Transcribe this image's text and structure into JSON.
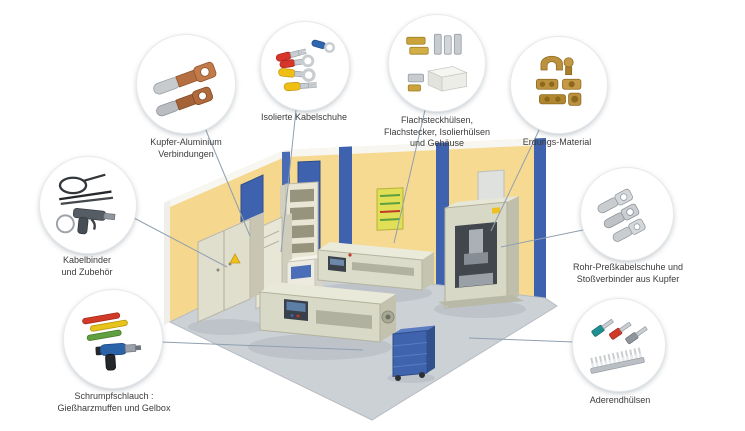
{
  "scene": {
    "name": "workshop-room",
    "colors": {
      "wall_yellow": "#f5d88d",
      "accent_blue": "#3f62ae",
      "floor_gray": "#ccd1d6",
      "machine_beige": "#d9d9c8",
      "connector_line": "#8fa0b0"
    }
  },
  "callouts": [
    {
      "label": "Kupfer-Aluminium\nVerbindungen",
      "icon": "copper-aluminium-lugs-icon"
    },
    {
      "label": "Isolierte Kabelschuhe",
      "icon": "insulated-cable-lugs-icon"
    },
    {
      "label": "Flachsteckhülsen,\nFlachstecker, Isolierhülsen\nund Gehäuse",
      "icon": "flat-connectors-icon"
    },
    {
      "label": "Erdungs-Material",
      "icon": "grounding-clamps-icon"
    },
    {
      "label": "Kabelbinder\nund Zubehör",
      "icon": "cable-ties-icon"
    },
    {
      "label": "Rohr-Preßkabelschuhe und\nStoßverbinder aus Kupfer",
      "icon": "copper-tube-lugs-icon"
    },
    {
      "label": "Schrumpfschlauch :\nGießharzmuffen und Gelbox",
      "icon": "heat-gun-tubes-icon"
    },
    {
      "label": "Aderendhülsen",
      "icon": "wire-ferrules-icon"
    }
  ]
}
